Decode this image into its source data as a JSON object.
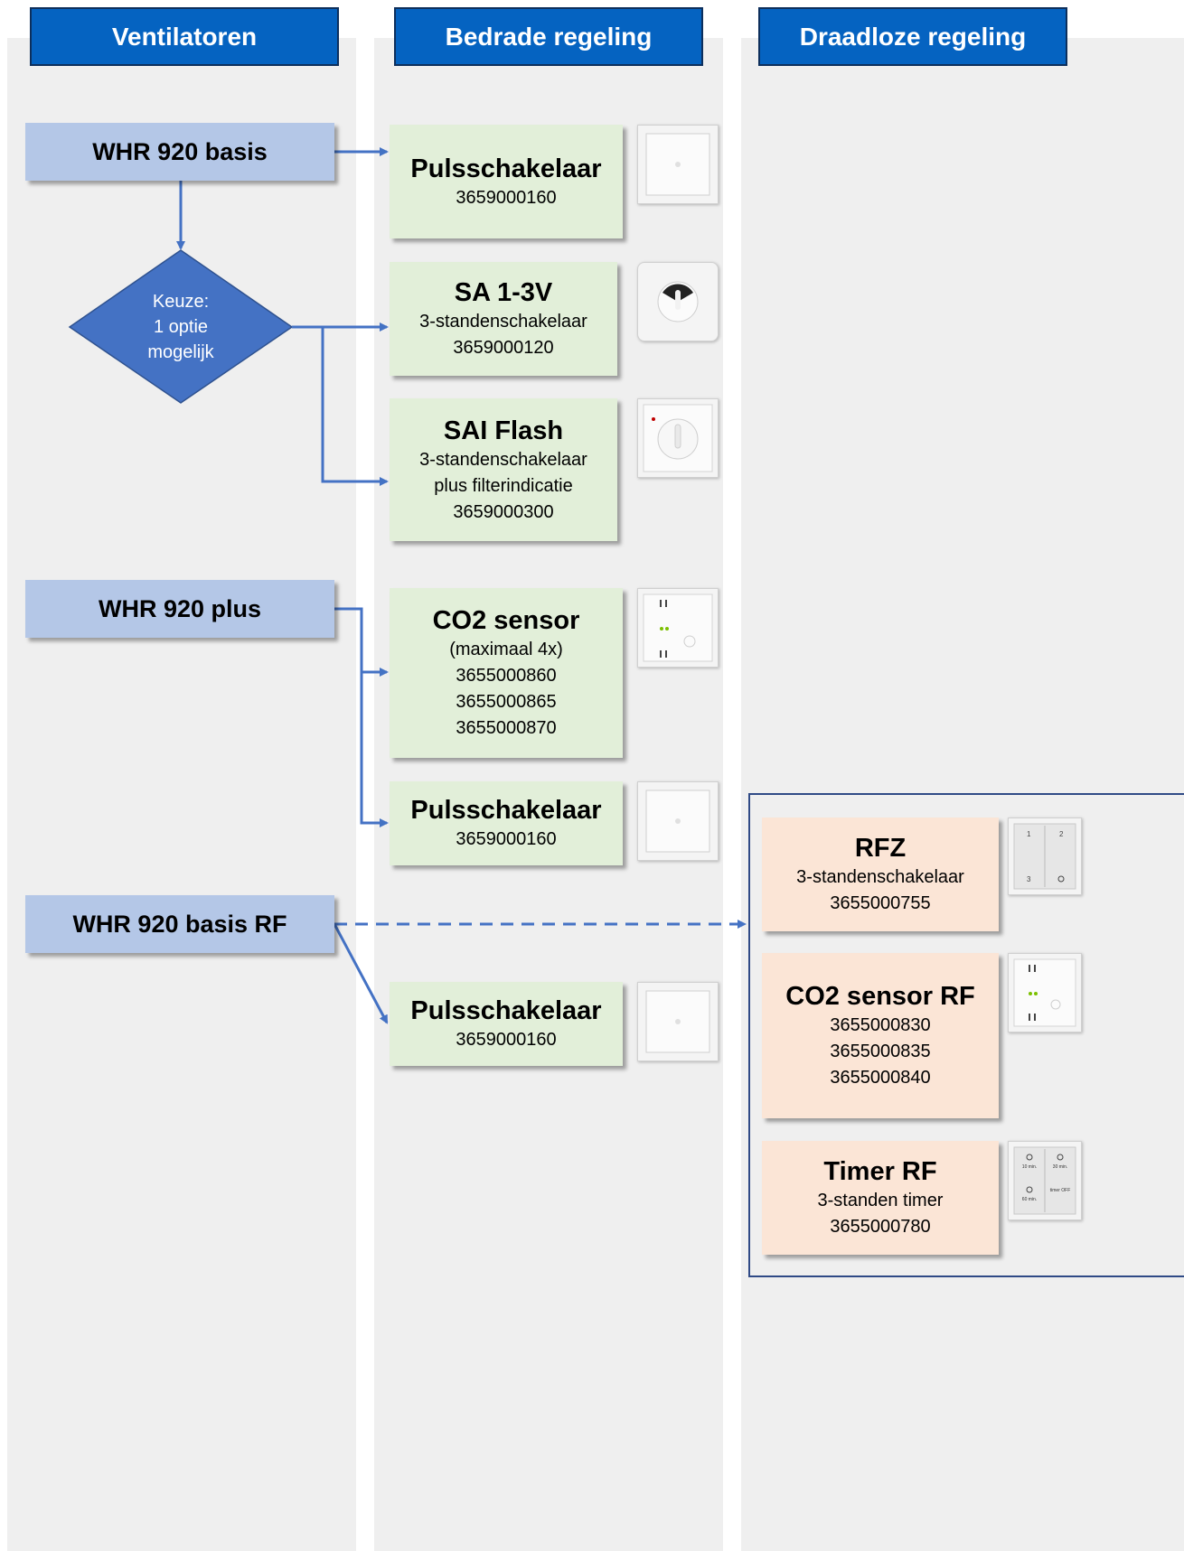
{
  "headers": {
    "ventilatoren": "Ventilatoren",
    "bedrade": "Bedrade regeling",
    "draadloze": "Draadloze regeling"
  },
  "fans": {
    "basis": "WHR 920 basis",
    "plus": "WHR 920 plus",
    "basis_rf": "WHR 920 basis RF"
  },
  "decision": {
    "line1": "Keuze:",
    "line2": "1 optie",
    "line3": "mogelijk"
  },
  "wired": [
    {
      "title": "Pulsschakelaar",
      "lines": [
        "3659000160"
      ]
    },
    {
      "title": "SA 1-3V",
      "lines": [
        "3-standenschakelaar",
        "3659000120"
      ]
    },
    {
      "title": "SAI Flash",
      "lines": [
        "3-standenschakelaar",
        "plus filterindicatie",
        "3659000300"
      ]
    },
    {
      "title": "CO2 sensor",
      "lines": [
        "(maximaal 4x)",
        "3655000860",
        "3655000865",
        "3655000870"
      ]
    },
    {
      "title": "Pulsschakelaar",
      "lines": [
        "3659000160"
      ]
    },
    {
      "title": "Pulsschakelaar",
      "lines": [
        "3659000160"
      ]
    }
  ],
  "wireless": [
    {
      "title": "RFZ",
      "lines": [
        "3-standenschakelaar",
        "3655000755"
      ]
    },
    {
      "title": "CO2 sensor RF",
      "lines": [
        "3655000830",
        "3655000835",
        "3655000840"
      ]
    },
    {
      "title": "Timer RF",
      "lines": [
        "3-standen timer",
        "3655000780"
      ]
    }
  ],
  "photo_labels": {
    "rfz": [
      "1",
      "2",
      "3"
    ],
    "timer": [
      "10 min.",
      "30 min.",
      "60 min.",
      "timer OFF"
    ]
  },
  "colors": {
    "header_blue": "#0563c1",
    "fan_box": "#b4c7e7",
    "wired_box": "#e2efd9",
    "wireless_box": "#fbe5d6",
    "arrow": "#4472c4",
    "diamond": "#4472c4"
  }
}
